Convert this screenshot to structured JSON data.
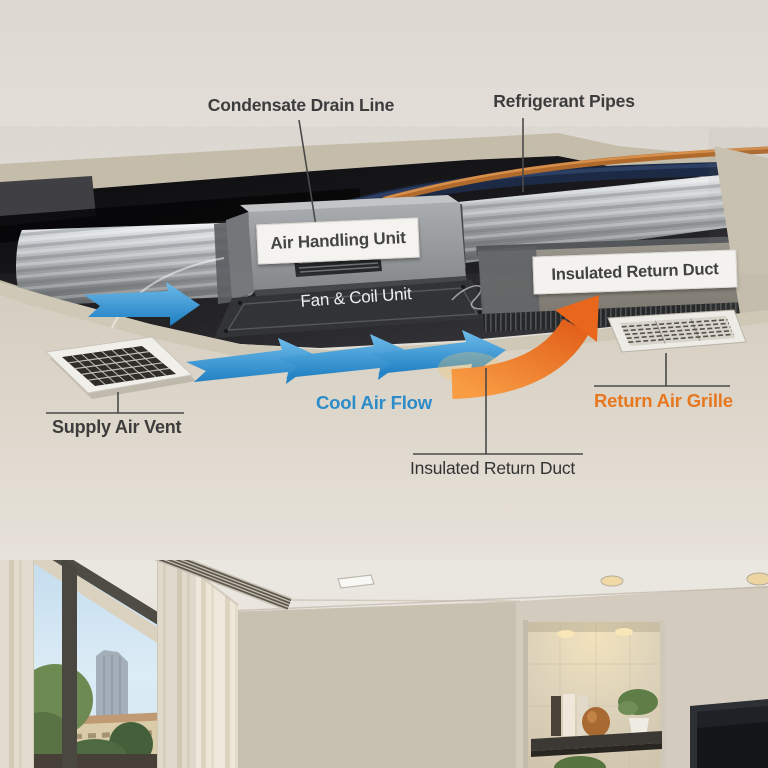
{
  "diagram": {
    "subject": "ducted-air-conditioning-ceiling-cutaway",
    "labels": {
      "condensate_drain_line": "Condensate Drain Line",
      "refrigerant_pipes": "Refrigerant Pipes",
      "air_handling_unit": "Air Handling Unit",
      "fan_coil_unit": "Fan & Coil Unit",
      "insulated_return_duct": "Insulated Return Duct",
      "cool_air_flow": "Cool Air Flow",
      "return_air_grille": "Return Air Grille",
      "supply_air_vent": "Supply Air Vent",
      "insulated_return_duct_caption": "Insulated Return Duct"
    },
    "colors": {
      "cool_air_flow_text": "#2b8cc9",
      "return_air_grille_text": "#e8781f",
      "label_text": "#3c3c3c",
      "cool_arrow": "#1d7ec2",
      "warm_arrow": "#e2601a",
      "copper_pipe": "#b06a2c",
      "insulated_pipe": "#1c2a45"
    }
  }
}
